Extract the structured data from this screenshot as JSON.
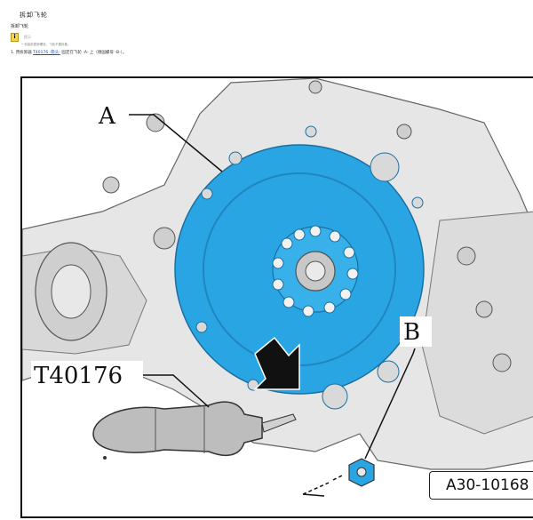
{
  "doc": {
    "title": "拆卸飞轮",
    "section": "拆卸飞轮",
    "note_label": "提示",
    "note_text": "安装前更新螺栓，飞轮不要拆散。",
    "step_prefix": "1. 用拆卸器 ",
    "step_tool": "T40176 -箭头-",
    "step_suffix": " 固定在飞轮 -A- 上（德国螺母 -B-）。"
  },
  "figure": {
    "label_A": "A",
    "label_B": "B",
    "label_tool": "T40176",
    "figure_id": "A30-10168"
  },
  "colors": {
    "flywheel": "#2aa5e3",
    "housing": "#e6e6e6",
    "nut": "#2aa5e3"
  }
}
